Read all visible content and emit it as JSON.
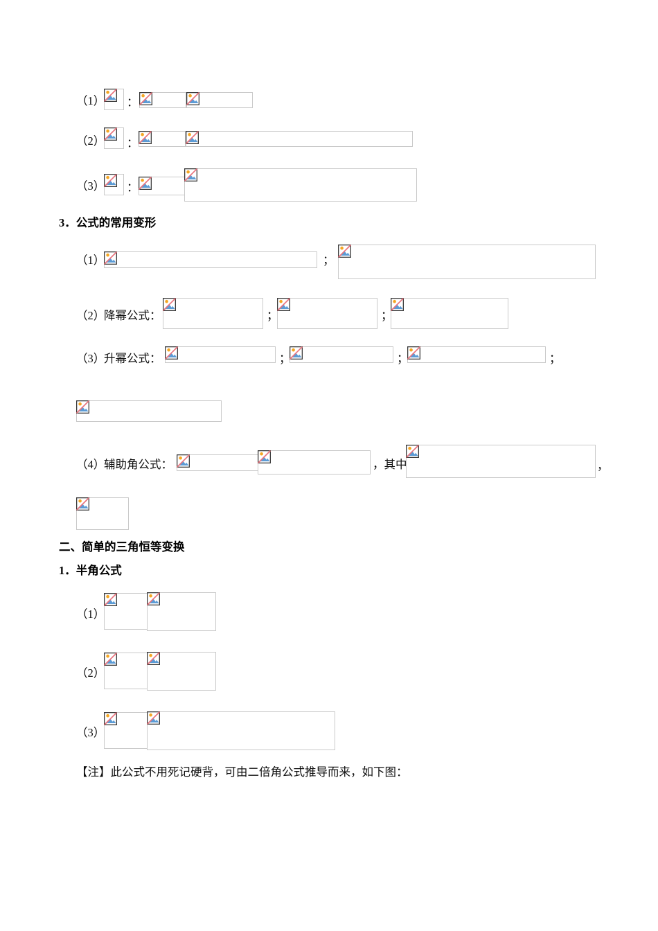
{
  "document": {
    "page_background": "#ffffff",
    "box_border_color": "#c9c9c9",
    "text_color": "#101010",
    "icon": {
      "name": "broken-image-icon",
      "frame_color": "#3a3a3a",
      "fill_color": "#ffffff",
      "sun_color": "#f5a623",
      "mountain_color": "#5b9bd5",
      "slash_color": "#e8757f"
    },
    "sections": [
      {
        "id": "formula-list-top",
        "items": [
          {
            "label": "（1）",
            "separator": "："
          },
          {
            "label": "（2）",
            "separator": "："
          },
          {
            "label": "（3）",
            "separator": "："
          }
        ]
      },
      {
        "id": "section-3",
        "heading": "3．公式的常用变形",
        "items": [
          {
            "label": "（1）",
            "name": "",
            "separator": "；"
          },
          {
            "label": "（2）",
            "name": "降幂公式：",
            "separator": "；",
            "separator2": "；"
          },
          {
            "label": "（3）",
            "name": "升幂公式：",
            "separator": "；",
            "separator2": "；",
            "separator3": "；"
          },
          {
            "label": "（4）",
            "name": "辅助角公式：",
            "mid": "，其中",
            "tail": "，"
          }
        ]
      },
      {
        "id": "section-2",
        "heading": "二、简单的三角恒等变换",
        "subheading": "1．半角公式",
        "items": [
          {
            "label": "（1）"
          },
          {
            "label": "（2）"
          },
          {
            "label": "（3）"
          }
        ],
        "note": "【注】此公式不用死记硬背，可由二倍角公式推导而来，如下图："
      }
    ]
  }
}
